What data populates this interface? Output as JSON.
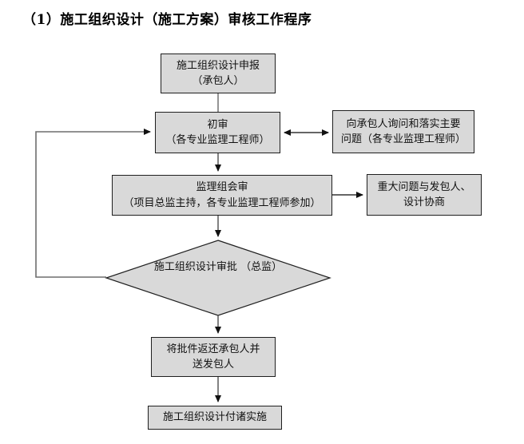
{
  "title": "（1）施工组织设计（施工方案）审核工作程序",
  "flowchart": {
    "nodes": [
      {
        "id": "declare",
        "shape": "rect",
        "line1": "施工组织设计申报",
        "line2": "（承包人）"
      },
      {
        "id": "initial-review",
        "shape": "rect",
        "line1": "初审",
        "line2": "（各专业监理工程师）"
      },
      {
        "id": "inquiry",
        "shape": "rect",
        "line1": "向承包人询问和落实主要",
        "line2": "问题（各专业监理工程师）"
      },
      {
        "id": "joint-review",
        "shape": "rect",
        "line1": "监理组会审",
        "line2": "（项目总监主持，各专业监理工程师参加）"
      },
      {
        "id": "major-issues",
        "shape": "rect",
        "line1": "重大问题与发包人、",
        "line2": "设计协商"
      },
      {
        "id": "approval",
        "shape": "diamond",
        "line1": "施工组织设计审批",
        "line2": "（总监）"
      },
      {
        "id": "return-docs",
        "shape": "rect",
        "line1": "将批件返还承包人并",
        "line2": "送发包人"
      },
      {
        "id": "implement",
        "shape": "rect",
        "line1": "施工组织设计付诸实施",
        "line2": ""
      }
    ],
    "connectors": [
      {
        "from": "declare",
        "to": "initial-review",
        "style": "plain-line"
      },
      {
        "from": "initial-review",
        "to": "inquiry",
        "style": "double-arrow"
      },
      {
        "from": "initial-review",
        "to": "joint-review",
        "style": "arrow"
      },
      {
        "from": "joint-review",
        "to": "major-issues",
        "style": "arrow"
      },
      {
        "from": "joint-review",
        "to": "approval",
        "style": "arrow"
      },
      {
        "from": "approval",
        "to": "return-docs",
        "style": "arrow"
      },
      {
        "from": "return-docs",
        "to": "implement",
        "style": "arrow"
      },
      {
        "from": "approval",
        "to": "initial-review",
        "style": "feedback-loop-arrow"
      }
    ],
    "colors": {
      "node_fill": "#d9d9d9",
      "node_border": "#1f1f1f",
      "connector": "#4d4d4d",
      "arrowhead": "#111111",
      "background": "#ffffff"
    }
  }
}
